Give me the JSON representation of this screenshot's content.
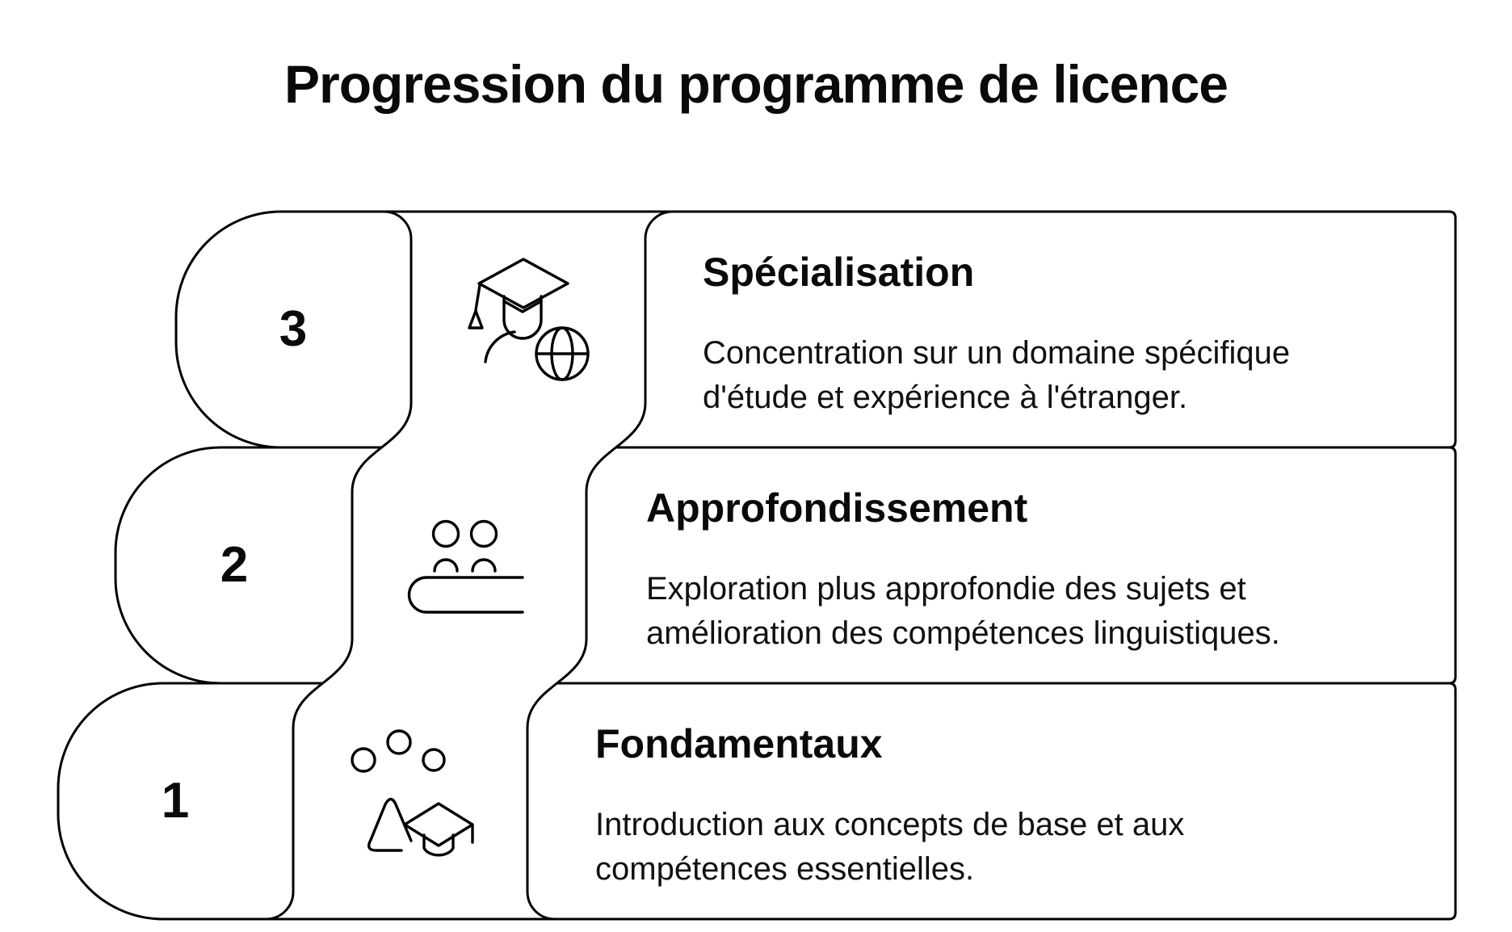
{
  "page": {
    "title": "Progression du programme de licence",
    "background_color": "#ffffff",
    "line_color": "#000000",
    "text_color": "#0a0a0a"
  },
  "stages": [
    {
      "number": "3",
      "title": "Spécialisation",
      "description": [
        "Concentration sur un domaine spécifique",
        "d'étude et expérience à l'étranger."
      ],
      "icon": "graduate-globe-icon"
    },
    {
      "number": "2",
      "title": "Approfondissement",
      "description": [
        "Exploration plus approfondie des sujets et",
        "amélioration des compétences linguistiques."
      ],
      "icon": "students-book-icon"
    },
    {
      "number": "1",
      "title": "Fondamentaux",
      "description": [
        "Introduction aux concepts de base et aux",
        "compétences essentielles."
      ],
      "icon": "shapes-graduation-cap-icon"
    }
  ]
}
